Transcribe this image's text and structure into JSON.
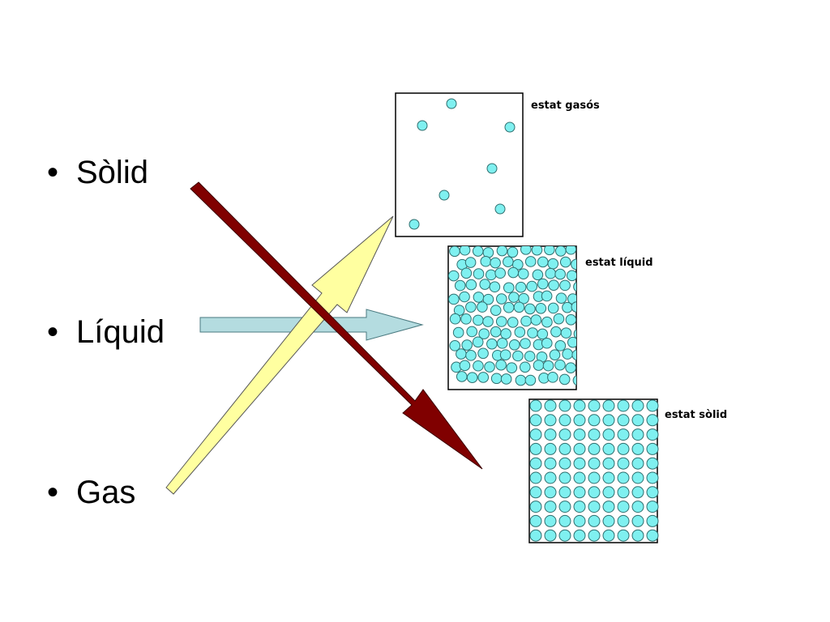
{
  "bullets": [
    {
      "label": "Sòlid"
    },
    {
      "label": "Líquid"
    },
    {
      "label": "Gas"
    }
  ],
  "bullet_glyph": "•",
  "states": {
    "gas": {
      "label": "estat gasós"
    },
    "liquid": {
      "label": "estat líquid"
    },
    "solid": {
      "label": "estat sòlid"
    }
  },
  "colors": {
    "particle_fill": "#7FF0F0",
    "particle_stroke": "#2F6F6F",
    "red_arrow": "#800000",
    "yellow_arrow": "#FFFFA0",
    "blue_arrow": "#B4DCE0",
    "box_border": "#000000"
  }
}
